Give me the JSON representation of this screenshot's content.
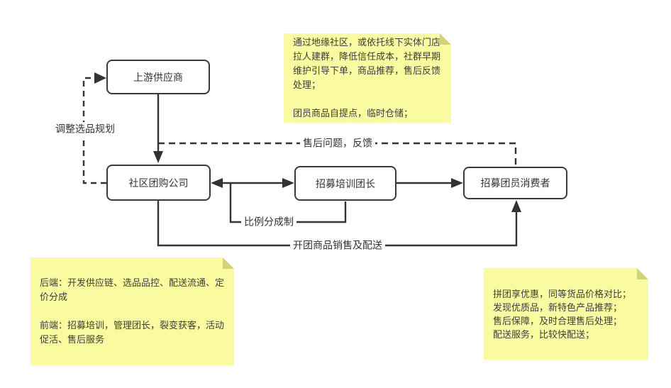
{
  "nodes": {
    "supplier": "上游供应商",
    "company": "社区团购公司",
    "leader": "招募培训团长",
    "consumer": "招募团员消费者"
  },
  "edges": {
    "adjust_plan": "调整选品规划",
    "aftersale_feedback": "售后问题，反馈",
    "ratio_share": "比例分成制",
    "open_group_sales": "开团商品销售及配送"
  },
  "notes": {
    "top_right": {
      "p1": "通过地缘社区，或依托线下实体门店拉人建群，降低信任成本，社群早期维护引导下单，商品推荐，售后反馈处理；",
      "p2": "团员商品自提点，临时仓储；"
    },
    "bottom_left": {
      "p1": "后端：开发供应链、选品品控、配送流通、定价分成",
      "p2": "前端：招募培训，管理团长，裂变获客，活动促活、售后服务"
    },
    "bottom_right": {
      "lines": [
        "拼团享优惠，同等货品价格对比；",
        "发现优质品，新特色产品推荐；",
        "售后保障，及时合理售后处理；",
        "配送服务，比较快配送；"
      ]
    }
  },
  "colors": {
    "background": "#ffffff",
    "line": "#333333",
    "node_border": "#3a3a3a",
    "node_fill": "#ffffff",
    "note_fill": "#fafaa0",
    "note_fold": "#d2d279",
    "text": "#333333"
  }
}
